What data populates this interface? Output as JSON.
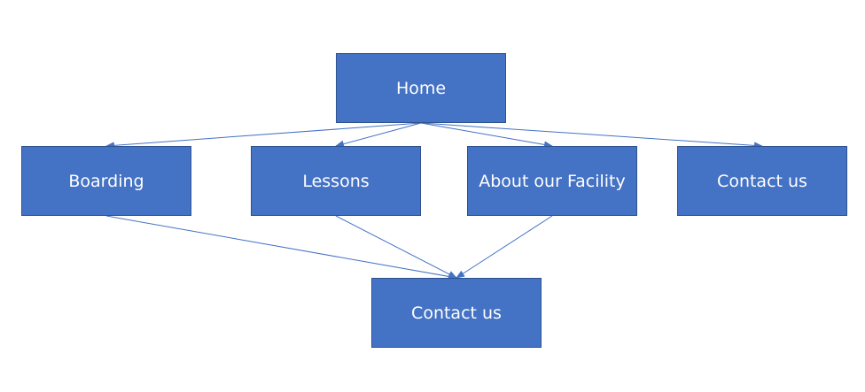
{
  "colors": {
    "node_fill": "#4472C4",
    "node_border": "#2F528F",
    "connector": "#4472C4",
    "text": "#FFFFFF",
    "background": "#FFFFFF"
  },
  "nodes": {
    "home": "Home",
    "boarding": "Boarding",
    "lessons": "Lessons",
    "about": "About our Facility",
    "contact_top": "Contact us",
    "contact_bottom": "Contact us"
  },
  "edges": [
    {
      "from": "home",
      "to": "boarding"
    },
    {
      "from": "home",
      "to": "lessons"
    },
    {
      "from": "home",
      "to": "about"
    },
    {
      "from": "home",
      "to": "contact_top"
    },
    {
      "from": "boarding",
      "to": "contact_bottom"
    },
    {
      "from": "lessons",
      "to": "contact_bottom"
    },
    {
      "from": "about",
      "to": "contact_bottom"
    }
  ]
}
